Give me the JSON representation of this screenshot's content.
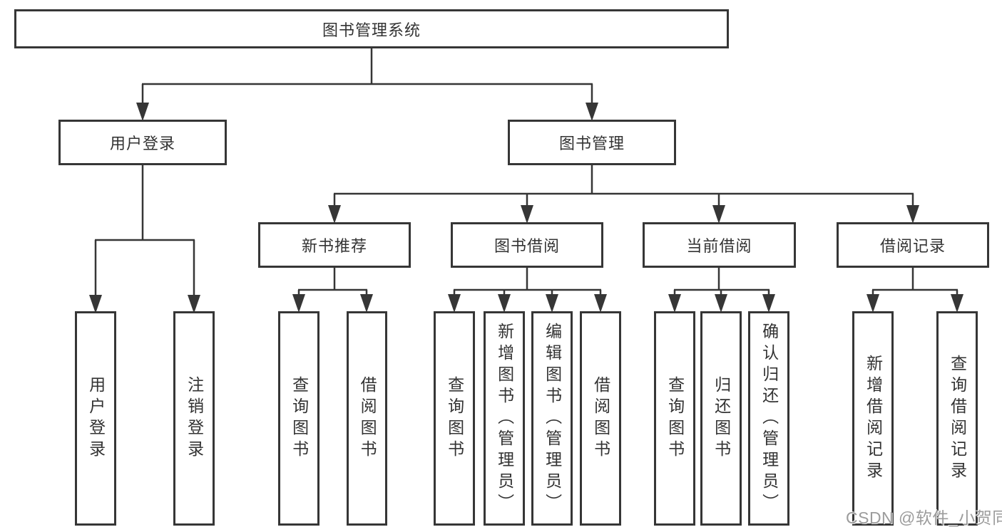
{
  "diagram": {
    "title": "图书管理系统",
    "level2": {
      "user_login": {
        "label": "用户登录",
        "children": [
          "用户登录",
          "注销登录"
        ]
      },
      "book_mgmt": {
        "label": "图书管理",
        "modules": {
          "new_book": {
            "label": "新书推荐",
            "children": [
              "查询图书",
              "借阅图书"
            ]
          },
          "book_borrow": {
            "label": "图书借阅",
            "children": [
              "查询图书",
              "新增图书（管理员）",
              "编辑图书（管理员）",
              "借阅图书"
            ]
          },
          "current_borrow": {
            "label": "当前借阅",
            "children": [
              "查询图书",
              "归还图书",
              "确认归还（管理员）"
            ]
          },
          "borrow_record": {
            "label": "借阅记录",
            "children": [
              "新增借阅记录",
              "查询借阅记录"
            ]
          }
        }
      }
    }
  },
  "watermark": {
    "text": "CSDN @软件_小贺同学"
  },
  "colors": {
    "line": "#363636",
    "box_border": "#363636",
    "text": "#333333",
    "watermark": "#919191",
    "background": "#ffffff"
  }
}
